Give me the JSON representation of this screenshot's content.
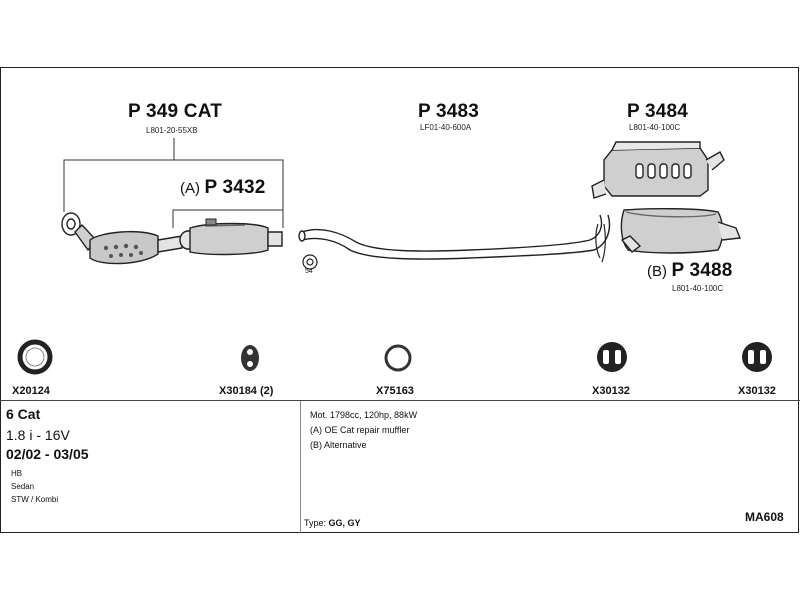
{
  "parts": {
    "p349": {
      "number": "P 349 CAT",
      "code": "L801-20-55XB"
    },
    "p3432": {
      "prefix": "(A)",
      "number": "P 3432"
    },
    "p3483": {
      "number": "P 3483",
      "code": "LF01-40-600A"
    },
    "p3484": {
      "number": "P 3484",
      "code": "L801-40-100C"
    },
    "p3488": {
      "prefix": "(B)",
      "number": "P 3488",
      "code": "L801-40-100C"
    },
    "clamp_label": "54"
  },
  "hardware": [
    {
      "code": "X20124",
      "icon": "ring-icon"
    },
    {
      "code": "X30184 (2)",
      "icon": "rubber-hanger-icon"
    },
    {
      "code": "X75163",
      "icon": "ring-icon"
    },
    {
      "code": "X30132",
      "icon": "rubber-hanger-icon"
    },
    {
      "code": "X30132",
      "icon": "rubber-hanger-icon"
    }
  ],
  "vehicle": {
    "title": "6 Cat",
    "engine": "1.8 i - 16V",
    "years": "02/02 - 03/05",
    "bodies": [
      "HB",
      "Sedan",
      "STW / Kombi"
    ]
  },
  "notes": {
    "motor": "Mot. 1798cc, 120hp, 88kW",
    "a": "(A) OE Cat repair muffler",
    "b": "(B) Alternative",
    "type_label": "Type:",
    "type_value": "GG, GY",
    "code": "MA608"
  }
}
